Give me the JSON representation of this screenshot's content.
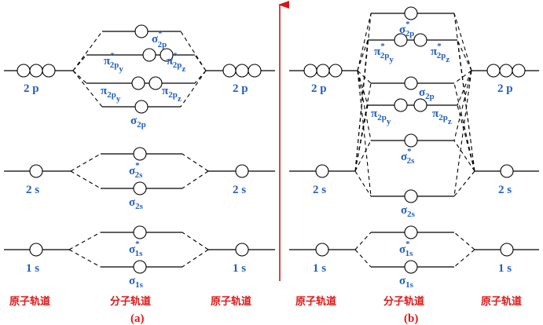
{
  "colors": {
    "label": "#1f5fbf",
    "caption": "#e01818",
    "arrow": "#d61414"
  },
  "panel_a": {
    "caption": "(a)",
    "atomic_left_title": "原子轨道",
    "molecular_title": "分子轨道",
    "atomic_right_title": "原子轨道",
    "atomic": {
      "p2": "2 p",
      "s2": "2 s",
      "s1": "1 s"
    },
    "mo": {
      "sigma_star_2p": {
        "main": "σ",
        "sup": "*",
        "sub": "2p"
      },
      "pi_star_2py": {
        "main": "π",
        "sup": "*",
        "sub": "2p",
        "sub2": "y"
      },
      "pi_star_2pz": {
        "main": "π",
        "sup": "*",
        "sub": "2p",
        "sub2": "z"
      },
      "pi_2py": {
        "main": "π",
        "sub": "2p",
        "sub2": "y"
      },
      "pi_2pz": {
        "main": "π",
        "sub": "2p",
        "sub2": "z"
      },
      "sigma_2p": {
        "main": "σ",
        "sub": "2p"
      },
      "sigma_star_2s": {
        "main": "σ",
        "sup": "*",
        "sub": "2s"
      },
      "sigma_2s": {
        "main": "σ",
        "sub": "2s"
      },
      "sigma_star_1s": {
        "main": "σ",
        "sup": "*",
        "sub": "1s"
      },
      "sigma_1s": {
        "main": "σ",
        "sub": "1s"
      }
    }
  },
  "panel_b": {
    "caption": "(b)",
    "atomic_left_title": "原子轨道",
    "molecular_title": "分子轨道",
    "atomic_right_title": "原子轨道",
    "atomic": {
      "p2": "2 p",
      "s2": "2 s",
      "s1": "1 s"
    },
    "mo": {
      "sigma_star_2p": {
        "main": "σ",
        "sup": "*",
        "sub": "2p"
      },
      "pi_star_2py": {
        "main": "π",
        "sup": "*",
        "sub": "2p",
        "sub2": "y"
      },
      "pi_star_2pz": {
        "main": "π",
        "sup": "*",
        "sub": "2p",
        "sub2": "z"
      },
      "sigma_2p": {
        "main": "σ",
        "sub": "2p"
      },
      "pi_2py": {
        "main": "π",
        "sub": "2p",
        "sub2": "y"
      },
      "pi_2pz": {
        "main": "π",
        "sub": "2p",
        "sub2": "z"
      },
      "sigma_star_2s": {
        "main": "σ",
        "sup": "*",
        "sub": "2s"
      },
      "sigma_2s": {
        "main": "σ",
        "sub": "2s"
      },
      "sigma_star_1s": {
        "main": "σ",
        "sup": "*",
        "sub": "1s"
      },
      "sigma_1s": {
        "main": "σ",
        "sub": "1s"
      }
    }
  }
}
